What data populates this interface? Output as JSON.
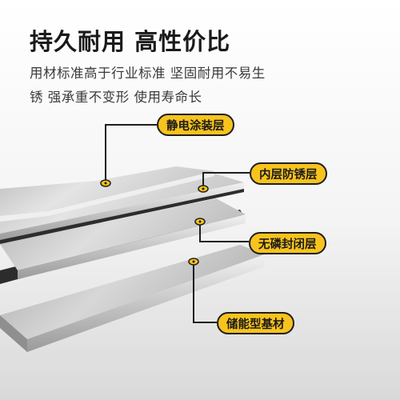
{
  "headline": "持久耐用 高性价比",
  "description": {
    "line1": "用材标准高于行业标准 坚固耐用不易生",
    "line2": "锈 强承重不变形 使用寿命长"
  },
  "layers": [
    {
      "label": "静电涂装层"
    },
    {
      "label": "内层防锈层"
    },
    {
      "label": "无磷封闭层"
    },
    {
      "label": "储能型基材"
    }
  ],
  "colors": {
    "tag_fill": "#f7c31d",
    "tag_border": "#1e1e1e",
    "headline": "#1a1a1a"
  }
}
